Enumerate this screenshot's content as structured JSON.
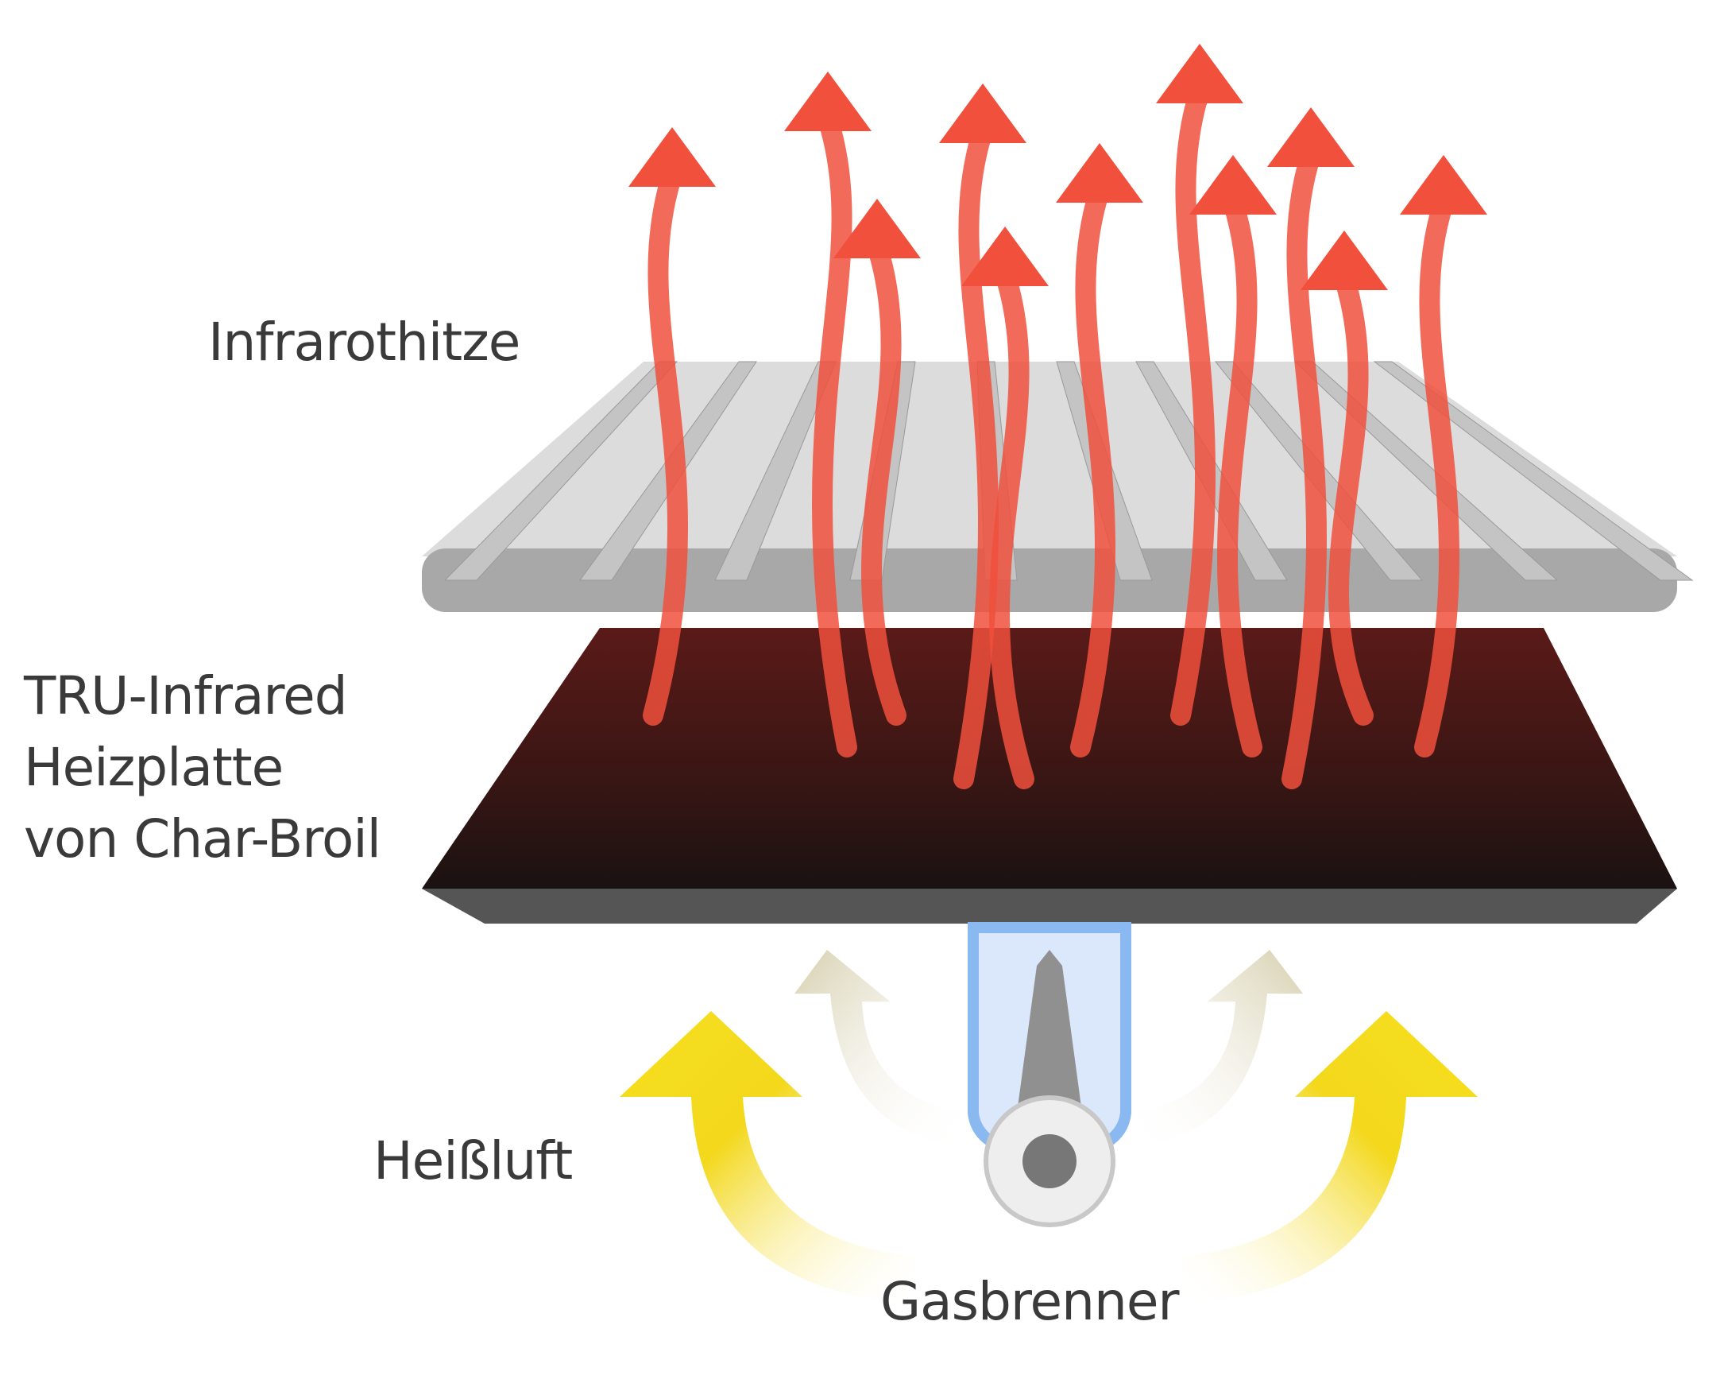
{
  "labels": {
    "infrared_heat": "Infrarothitze",
    "plate_line1": "TRU-Infrared",
    "plate_line2": "Heizplatte",
    "plate_line3": "von Char-Broil",
    "hot_air": "Heißluft",
    "gas_burner": "Gasbrenner"
  },
  "colors": {
    "infrared_arrow": "#f0503c",
    "hot_air_arrow": "#f0d010",
    "secondary_air_arrow": "#d8d0b0",
    "grate": "#b4b4b4",
    "plate": "#1c1414",
    "flame": "#8ab8f0",
    "text": "#3a3a3a"
  }
}
